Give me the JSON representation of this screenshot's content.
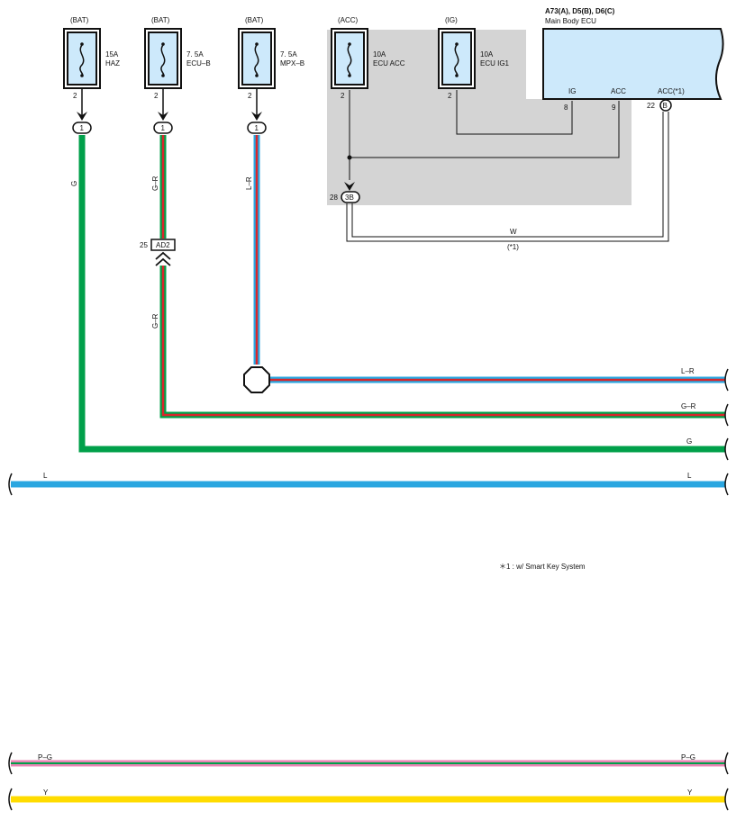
{
  "fuses": [
    {
      "source": "(BAT)",
      "rating": "15A",
      "name": "HAZ",
      "pin": "2"
    },
    {
      "source": "(BAT)",
      "rating": "7. 5A",
      "name": "ECU–B",
      "pin": "2"
    },
    {
      "source": "(BAT)",
      "rating": "7. 5A",
      "name": "MPX–B",
      "pin": "2"
    },
    {
      "source": "(ACC)",
      "rating": "10A",
      "name": "ECU ACC",
      "pin": "2"
    },
    {
      "source": "(IG)",
      "rating": "10A",
      "name": "ECU IG1",
      "pin": "2"
    }
  ],
  "ecu": {
    "title": "A73(A), D5(B), D6(C)",
    "subtitle": "Main Body ECU",
    "pins": [
      {
        "label": "IG",
        "num": "8"
      },
      {
        "label": "ACC",
        "num": "9"
      },
      {
        "label": "ACC(*1)",
        "num": "22",
        "conn": "B"
      }
    ]
  },
  "connectors": {
    "fuse_out": [
      "1",
      "1",
      "1"
    ],
    "j3b": {
      "num": "28",
      "label": "3B"
    },
    "ad2": {
      "num": "25",
      "label": "AD2"
    }
  },
  "wire_labels": {
    "g_vert": "G",
    "gr_vert_upper": "G–R",
    "gr_vert_lower": "G–R",
    "lr_vert": "L–R",
    "w_label": "W",
    "w_note": "(*1)",
    "lr_right": "L–R",
    "gr_right": "G–R",
    "g_right": "G",
    "l_left": "L",
    "l_right": "L",
    "pg_left": "P–G",
    "pg_right": "P–G",
    "y_left": "Y",
    "y_right": "Y"
  },
  "note": "＊1 : w/ Smart Key System",
  "colors": {
    "green": "#00a04a",
    "red": "#d9262c",
    "blue": "#2aa6e0",
    "pink": "#e985b4",
    "yellow": "#ffdc00",
    "panel": "#d4d4d4",
    "ecu_fill": "#cde9fb"
  }
}
